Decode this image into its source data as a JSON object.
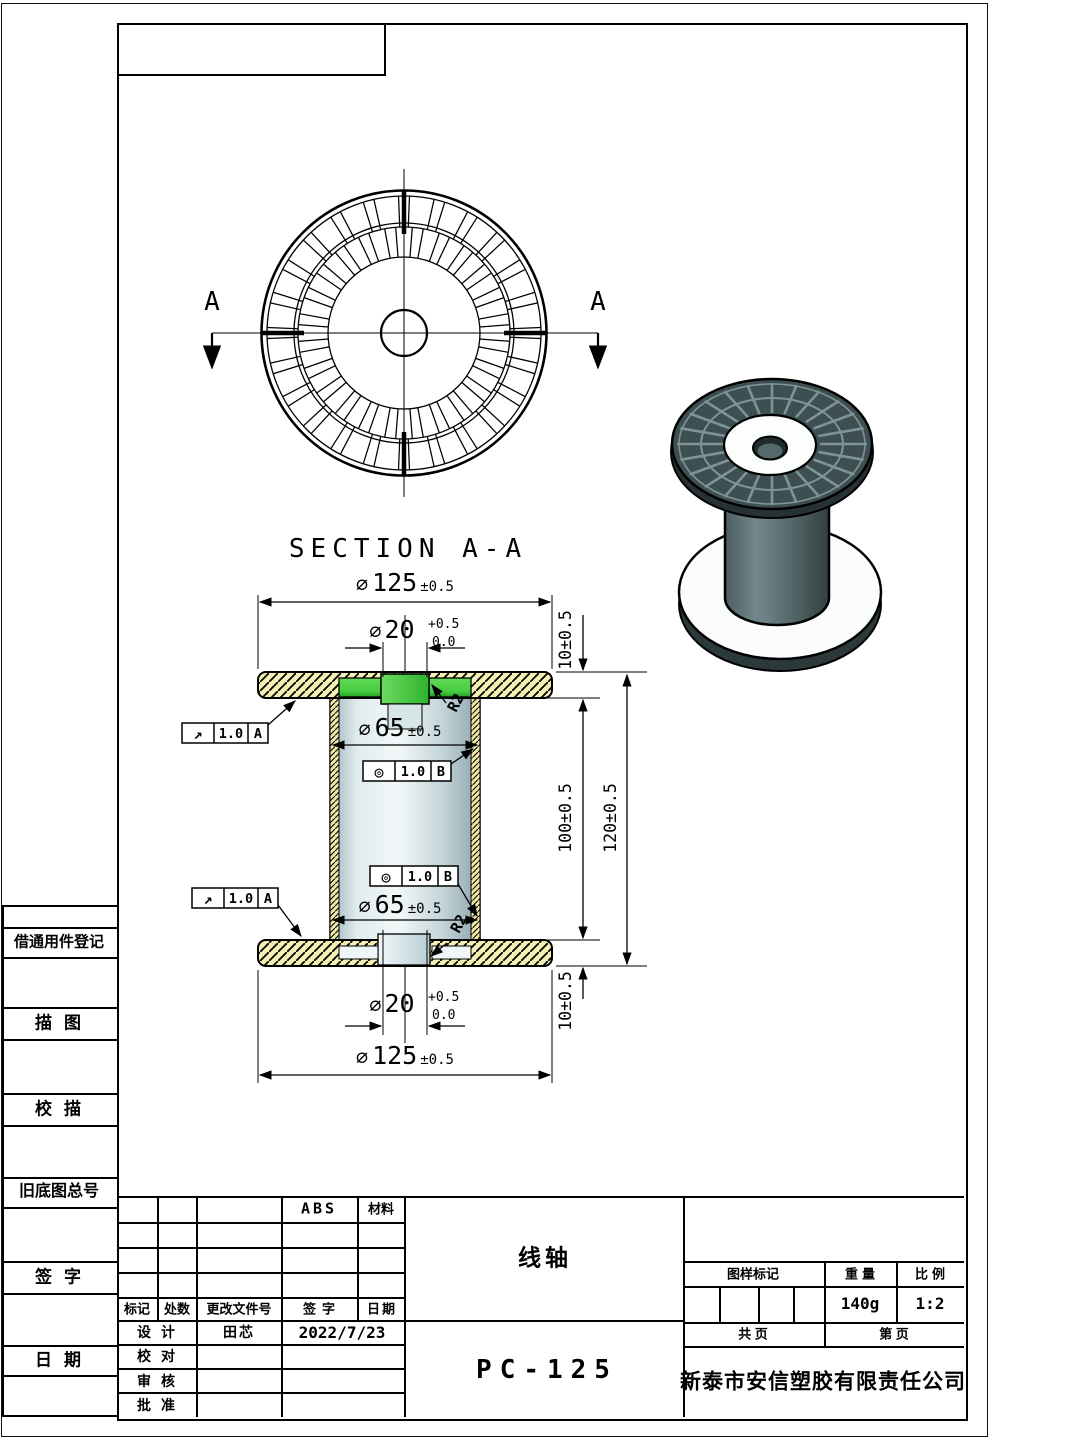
{
  "drawing": {
    "section_title": "SECTION A-A",
    "cut_label": "A",
    "dims": {
      "dia125": {
        "sym": "∅",
        "val": "125",
        "tol": "±0.5"
      },
      "dia65": {
        "sym": "∅",
        "val": "65",
        "tol": "±0.5"
      },
      "dia20": {
        "sym": "∅",
        "val": "20",
        "tol_up": "+0.5",
        "tol_dn": "0.0"
      },
      "t10": "10±0.5",
      "h100": "100±0.5",
      "h120": "120±0.5",
      "r2": "R2"
    },
    "fcf": {
      "runout": {
        "sym": "↗",
        "val": "1.0",
        "datum": "A"
      },
      "conc": {
        "sym": "◎",
        "val": "1.0",
        "datum": "B"
      }
    }
  },
  "side_labels": [
    "借通用件登记",
    "描图",
    "校描",
    "旧底图总号",
    "签字",
    "日期"
  ],
  "title_block": {
    "material": "ABS",
    "material_label": "材料",
    "rev_headers": [
      "标记",
      "处数",
      "更改文件号",
      "签字",
      "日期"
    ],
    "sign_rows": [
      {
        "label": "设计",
        "name": "田芯",
        "date": "2022/7/23"
      },
      {
        "label": "校对",
        "name": "",
        "date": ""
      },
      {
        "label": "审核",
        "name": "",
        "date": ""
      },
      {
        "label": "批准",
        "name": "",
        "date": ""
      }
    ],
    "part_name": "线轴",
    "part_no": "PC-125",
    "stamp_label": "图样标记",
    "weight_label": "重量",
    "scale_label": "比例",
    "weight": "140g",
    "scale": "1:2",
    "sheets_total": "共  页",
    "sheet_no": "第  页",
    "company": "新泰市安信塑胶有限责任公司"
  },
  "colors": {
    "hatch_fill": "#f5efb4",
    "hub_green": "#4fd04a",
    "barrel_light": "#e8f2f3",
    "iso_dark": "#3e4f51"
  }
}
